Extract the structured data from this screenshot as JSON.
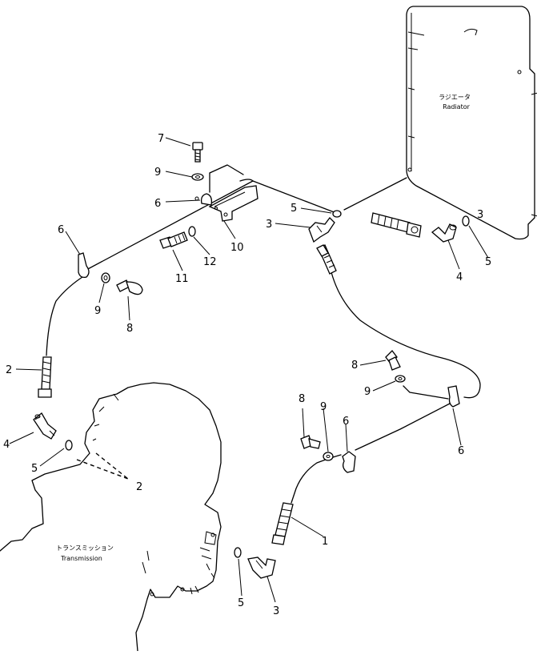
{
  "components": {
    "radiator": {
      "jp": "ラジエータ",
      "en": "Radiator"
    },
    "transmission": {
      "jp": "トランスミッション",
      "en": "Transmission"
    }
  },
  "callouts": {
    "c7": "7",
    "c9_top": "9",
    "c6_top": "6",
    "c10": "10",
    "c12": "12",
    "c11": "11",
    "c6_left": "6",
    "c9_left": "9",
    "c8_left": "8",
    "c2": "2",
    "c5_mid": "5",
    "c3_mid": "3",
    "c4_right": "4",
    "c5_right": "5",
    "c3_rad": "3",
    "c8_right": "8",
    "c9_right": "9",
    "c6_far": "6",
    "c8_low": "8",
    "c9_low": "9",
    "c6_low": "6",
    "c1": "1",
    "c4_left": "4",
    "c5_left": "5",
    "c2_trans": "2",
    "c5_bottom": "5",
    "c3_bottom": "3"
  }
}
